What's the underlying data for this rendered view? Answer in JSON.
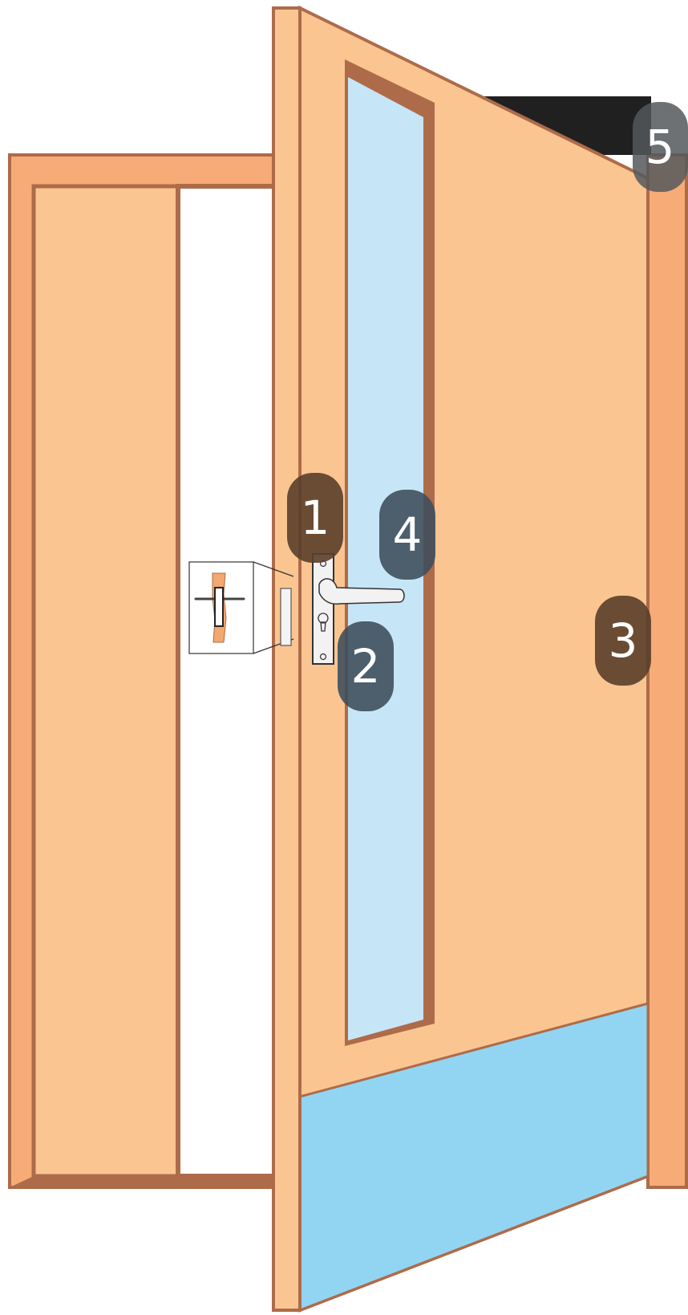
{
  "diagram": {
    "colors": {
      "wood_light": "#FBC591",
      "wood_frame": "#F7AB76",
      "wood_outline": "#AE6B4A",
      "glass": "#C6E6F7",
      "kick_plate": "#92D5F3",
      "closer": "#202020",
      "marker_brown": "#5A3E2B",
      "marker_slate": "#3F4F5C",
      "marker_grey": "#55585C"
    },
    "markers": [
      {
        "id": "1",
        "label": "1",
        "color": "#5A3E2B"
      },
      {
        "id": "2",
        "label": "2",
        "color": "#3F4F5C"
      },
      {
        "id": "3",
        "label": "3",
        "color": "#5A3E2B"
      },
      {
        "id": "4",
        "label": "4",
        "color": "#3F4F5C"
      },
      {
        "id": "5",
        "label": "5",
        "color": "#55585C"
      }
    ]
  }
}
